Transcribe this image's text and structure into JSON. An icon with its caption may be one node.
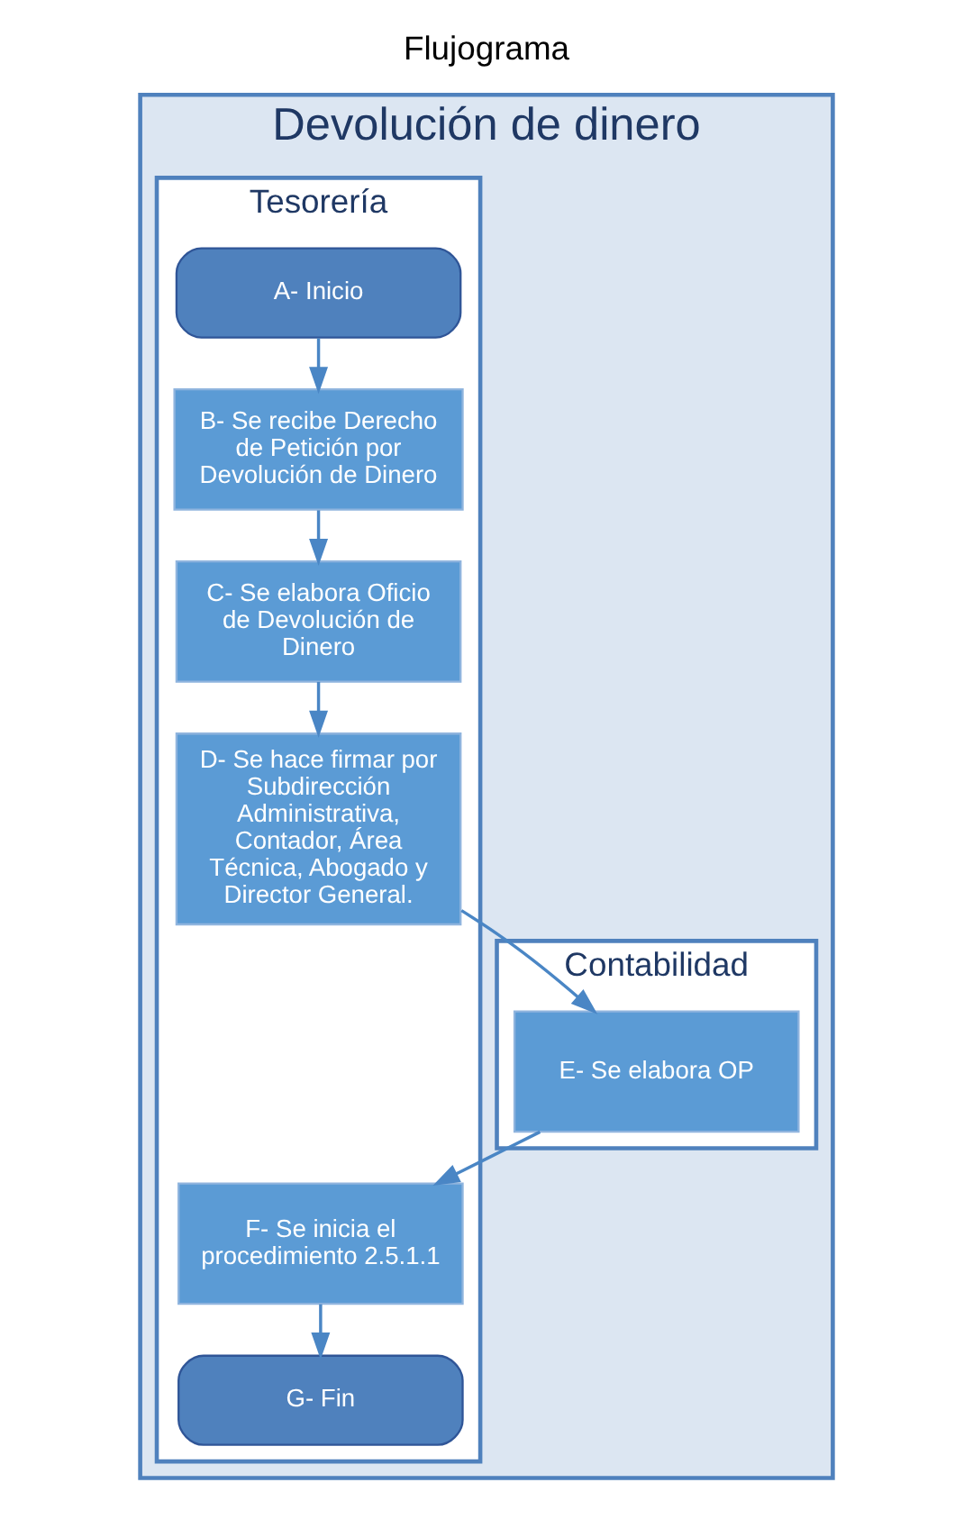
{
  "diagram": {
    "title": "Flujograma",
    "nodes": [
      {
        "text": [
          "Devolución de dinero"
        ]
      },
      {
        "text": [
          "Tesorería"
        ],
        "in": 0
      },
      {
        "text": [
          "Contabilidad"
        ],
        "in": 0
      },
      {
        "text": [
          "A- Inicio"
        ],
        "in": 1
      },
      {
        "text": [
          "B- Se recibe Derecho de Petición por Devolución de Dinero"
        ],
        "in": 1
      },
      {
        "text": [
          "C- Se elabora Oficio de Devolución de Dinero"
        ],
        "in": 1
      },
      {
        "text": [
          "D- Se hace firmar por Subdirección Administrativa, Contador, Área Técnica, Abogado y Director General."
        ],
        "in": 1
      },
      {
        "text": [
          "E- Se elabora OP"
        ],
        "in": 2
      },
      {
        "text": [
          "F- Se inicia el procedimiento 2.5.1.1"
        ],
        "in": 1
      },
      {
        "text": [
          "G- Fin"
        ],
        "in": 1
      }
    ],
    "edges": [
      {
        "from": 3,
        "to": 4,
        "arrow": "to"
      },
      {
        "from": 4,
        "to": 5,
        "arrow": "to"
      },
      {
        "from": 5,
        "to": 6,
        "arrow": "to"
      },
      {
        "from": 6,
        "to": 7,
        "arrow": "to"
      },
      {
        "from": 7,
        "to": 8,
        "arrow": "to"
      },
      {
        "from": 8,
        "to": 9,
        "arrow": "to"
      }
    ]
  }
}
